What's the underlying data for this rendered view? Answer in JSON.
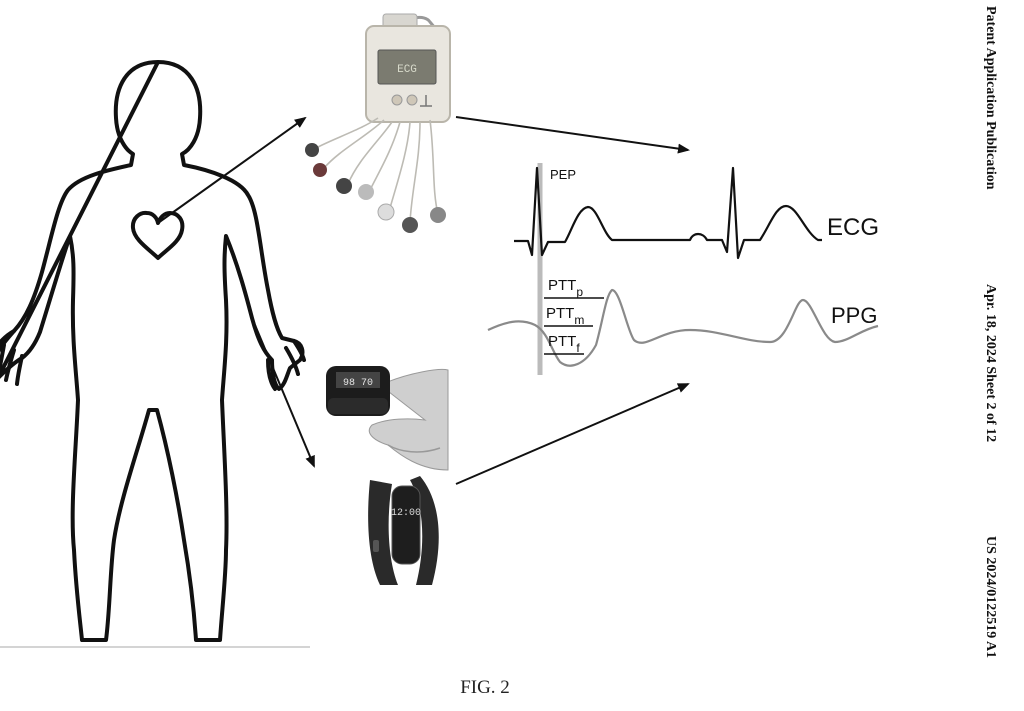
{
  "header": {
    "publication_type": "Patent Application Publication",
    "date_sheet": "Apr. 18, 2024  Sheet 2 of 12",
    "number": "US 2024/0122519 A1"
  },
  "figure": {
    "caption": "FIG. 2",
    "ecg_monitor_display": "ECG",
    "oximeter_reading": "98  70",
    "watch_time": "12:00",
    "waveforms": {
      "pep": "PEP",
      "ecg": "ECG",
      "ppg": "PPG",
      "ptt_p": "PTT",
      "ptt_p_sub": "p",
      "ptt_m": "PTT",
      "ptt_m_sub": "m",
      "ptt_f": "PTT",
      "ptt_f_sub": "f"
    }
  },
  "colors": {
    "line": "#111111",
    "device_body": "#e9e6df",
    "device_screen": "#7b7b70",
    "band": "#2a2a2a"
  }
}
